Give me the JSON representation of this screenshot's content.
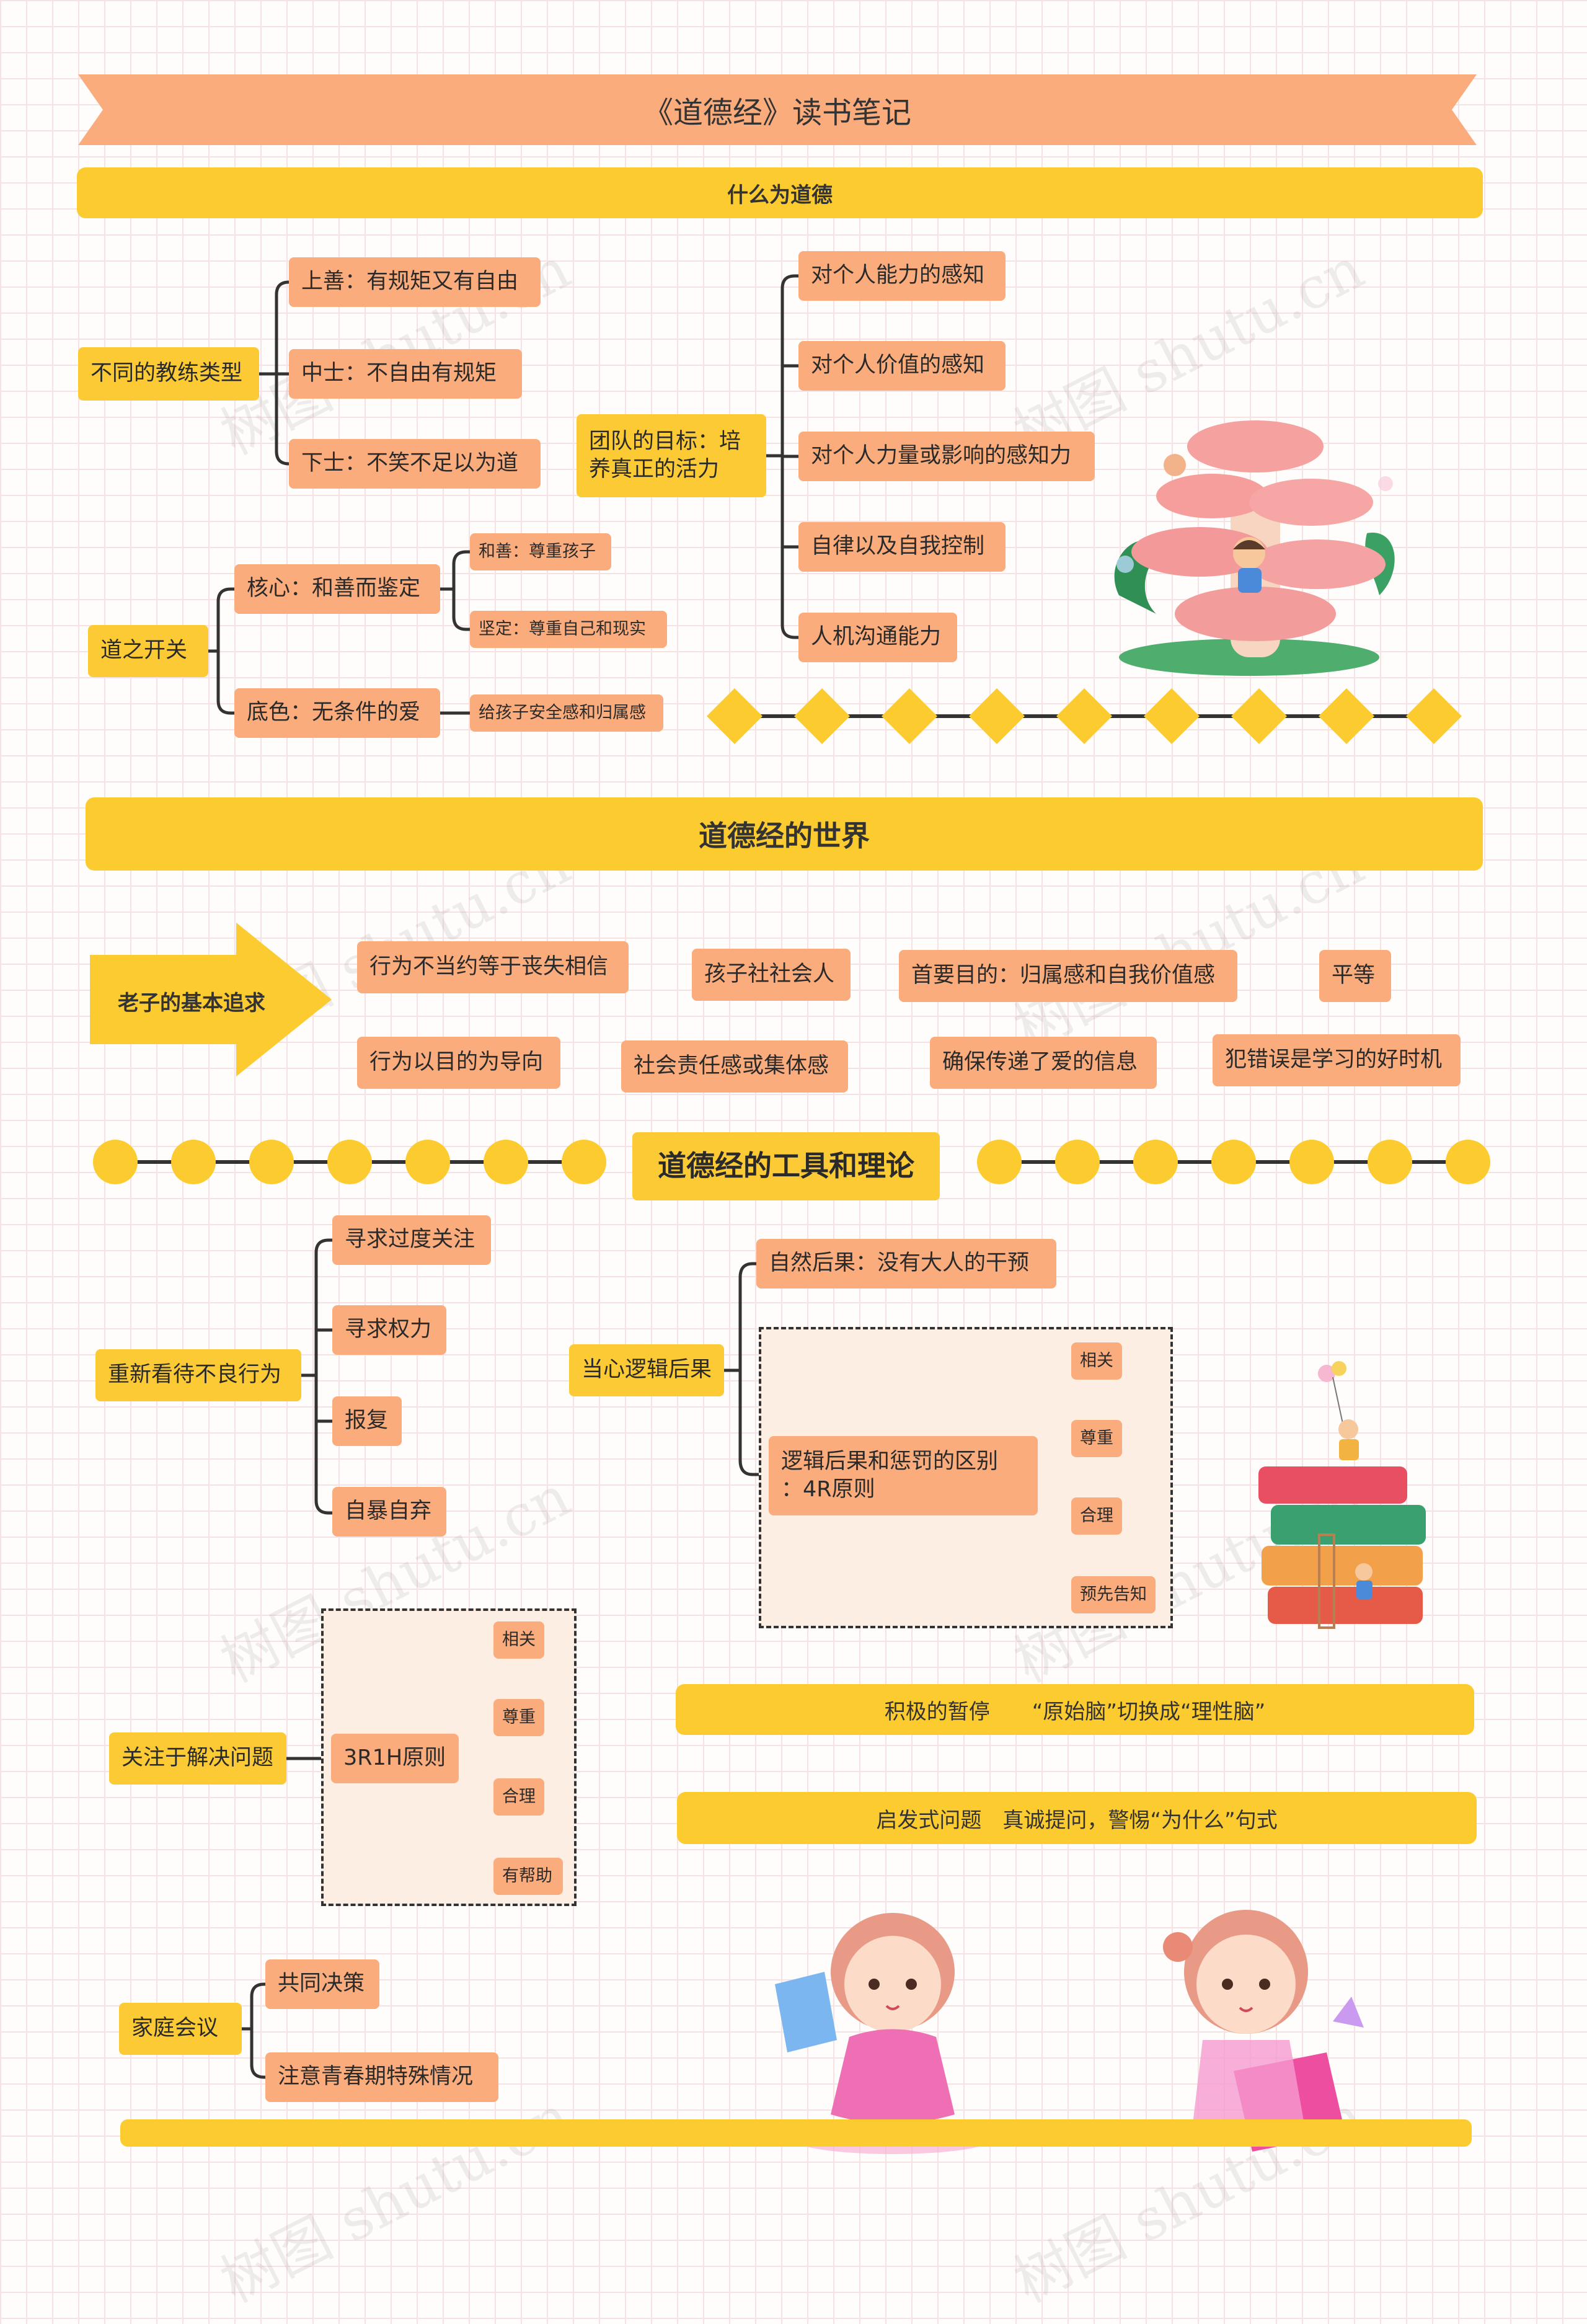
{
  "title": "《道德经》读书笔记",
  "section1": {
    "bar": "什么为道德",
    "coach_types": {
      "label": "不同的教练类型",
      "items": [
        "上善：有规矩又有自由",
        "中士：不自由有规矩",
        "下士：不笑不足以为道"
      ]
    },
    "dao_opening": {
      "label": "道之开关",
      "core": {
        "label": "核心：和善而鉴定",
        "items": [
          "和善：尊重孩子",
          "坚定：尊重自己和现实"
        ]
      },
      "base": {
        "label": "底色：无条件的爱",
        "items": [
          "给孩子安全感和归属感"
        ]
      }
    },
    "team_goal": {
      "label_l1": "团队的目标：培",
      "label_l2": "养真正的活力",
      "items": [
        "对个人能力的感知",
        "对个人价值的感知",
        "对个人力量或影响的感知力",
        "自律以及自我控制",
        "人机沟通能力"
      ]
    }
  },
  "section2": {
    "bar": "道德经的世界",
    "arrow_label": "老子的基本追求",
    "row1": [
      "行为不当约等于丧失相信",
      "孩子社社会人",
      "首要目的：归属感和自我价值感",
      "平等"
    ],
    "row2": [
      "行为以目的为导向",
      "社会责任感或集体感",
      "确保传递了爱的信息",
      "犯错误是学习的好时机"
    ]
  },
  "section3": {
    "header": "道德经的工具和理论",
    "rethink": {
      "label": "重新看待不良行为",
      "items": [
        "寻求过度关注",
        "寻求权力",
        "报复",
        "自暴自弃"
      ]
    },
    "logical": {
      "label": "当心逻辑后果",
      "natural": "自然后果：没有大人的干预",
      "diff_l1": "逻辑后果和惩罚的区别",
      "diff_l2": "：4R原则",
      "items": [
        "相关",
        "尊重",
        "合理",
        "预先告知"
      ]
    },
    "solve": {
      "label": "关注于解决问题",
      "principle": "3R1H原则",
      "items": [
        "相关",
        "尊重",
        "合理",
        "有帮助"
      ]
    },
    "pause_bar": "积极的暂停　　“原始脑”切换成“理性脑”",
    "question_bar": "启发式问题　真诚提问，警惕“为什么”句式",
    "family": {
      "label": "家庭会议",
      "items": [
        "共同决策",
        "注意青春期特殊情况"
      ]
    }
  },
  "watermark": "树图 shutu.cn",
  "colors": {
    "accent_yellow": "#fccb2f",
    "node_orange": "#fbac7c",
    "banner_orange": "#fbac7c",
    "line": "#333333"
  }
}
